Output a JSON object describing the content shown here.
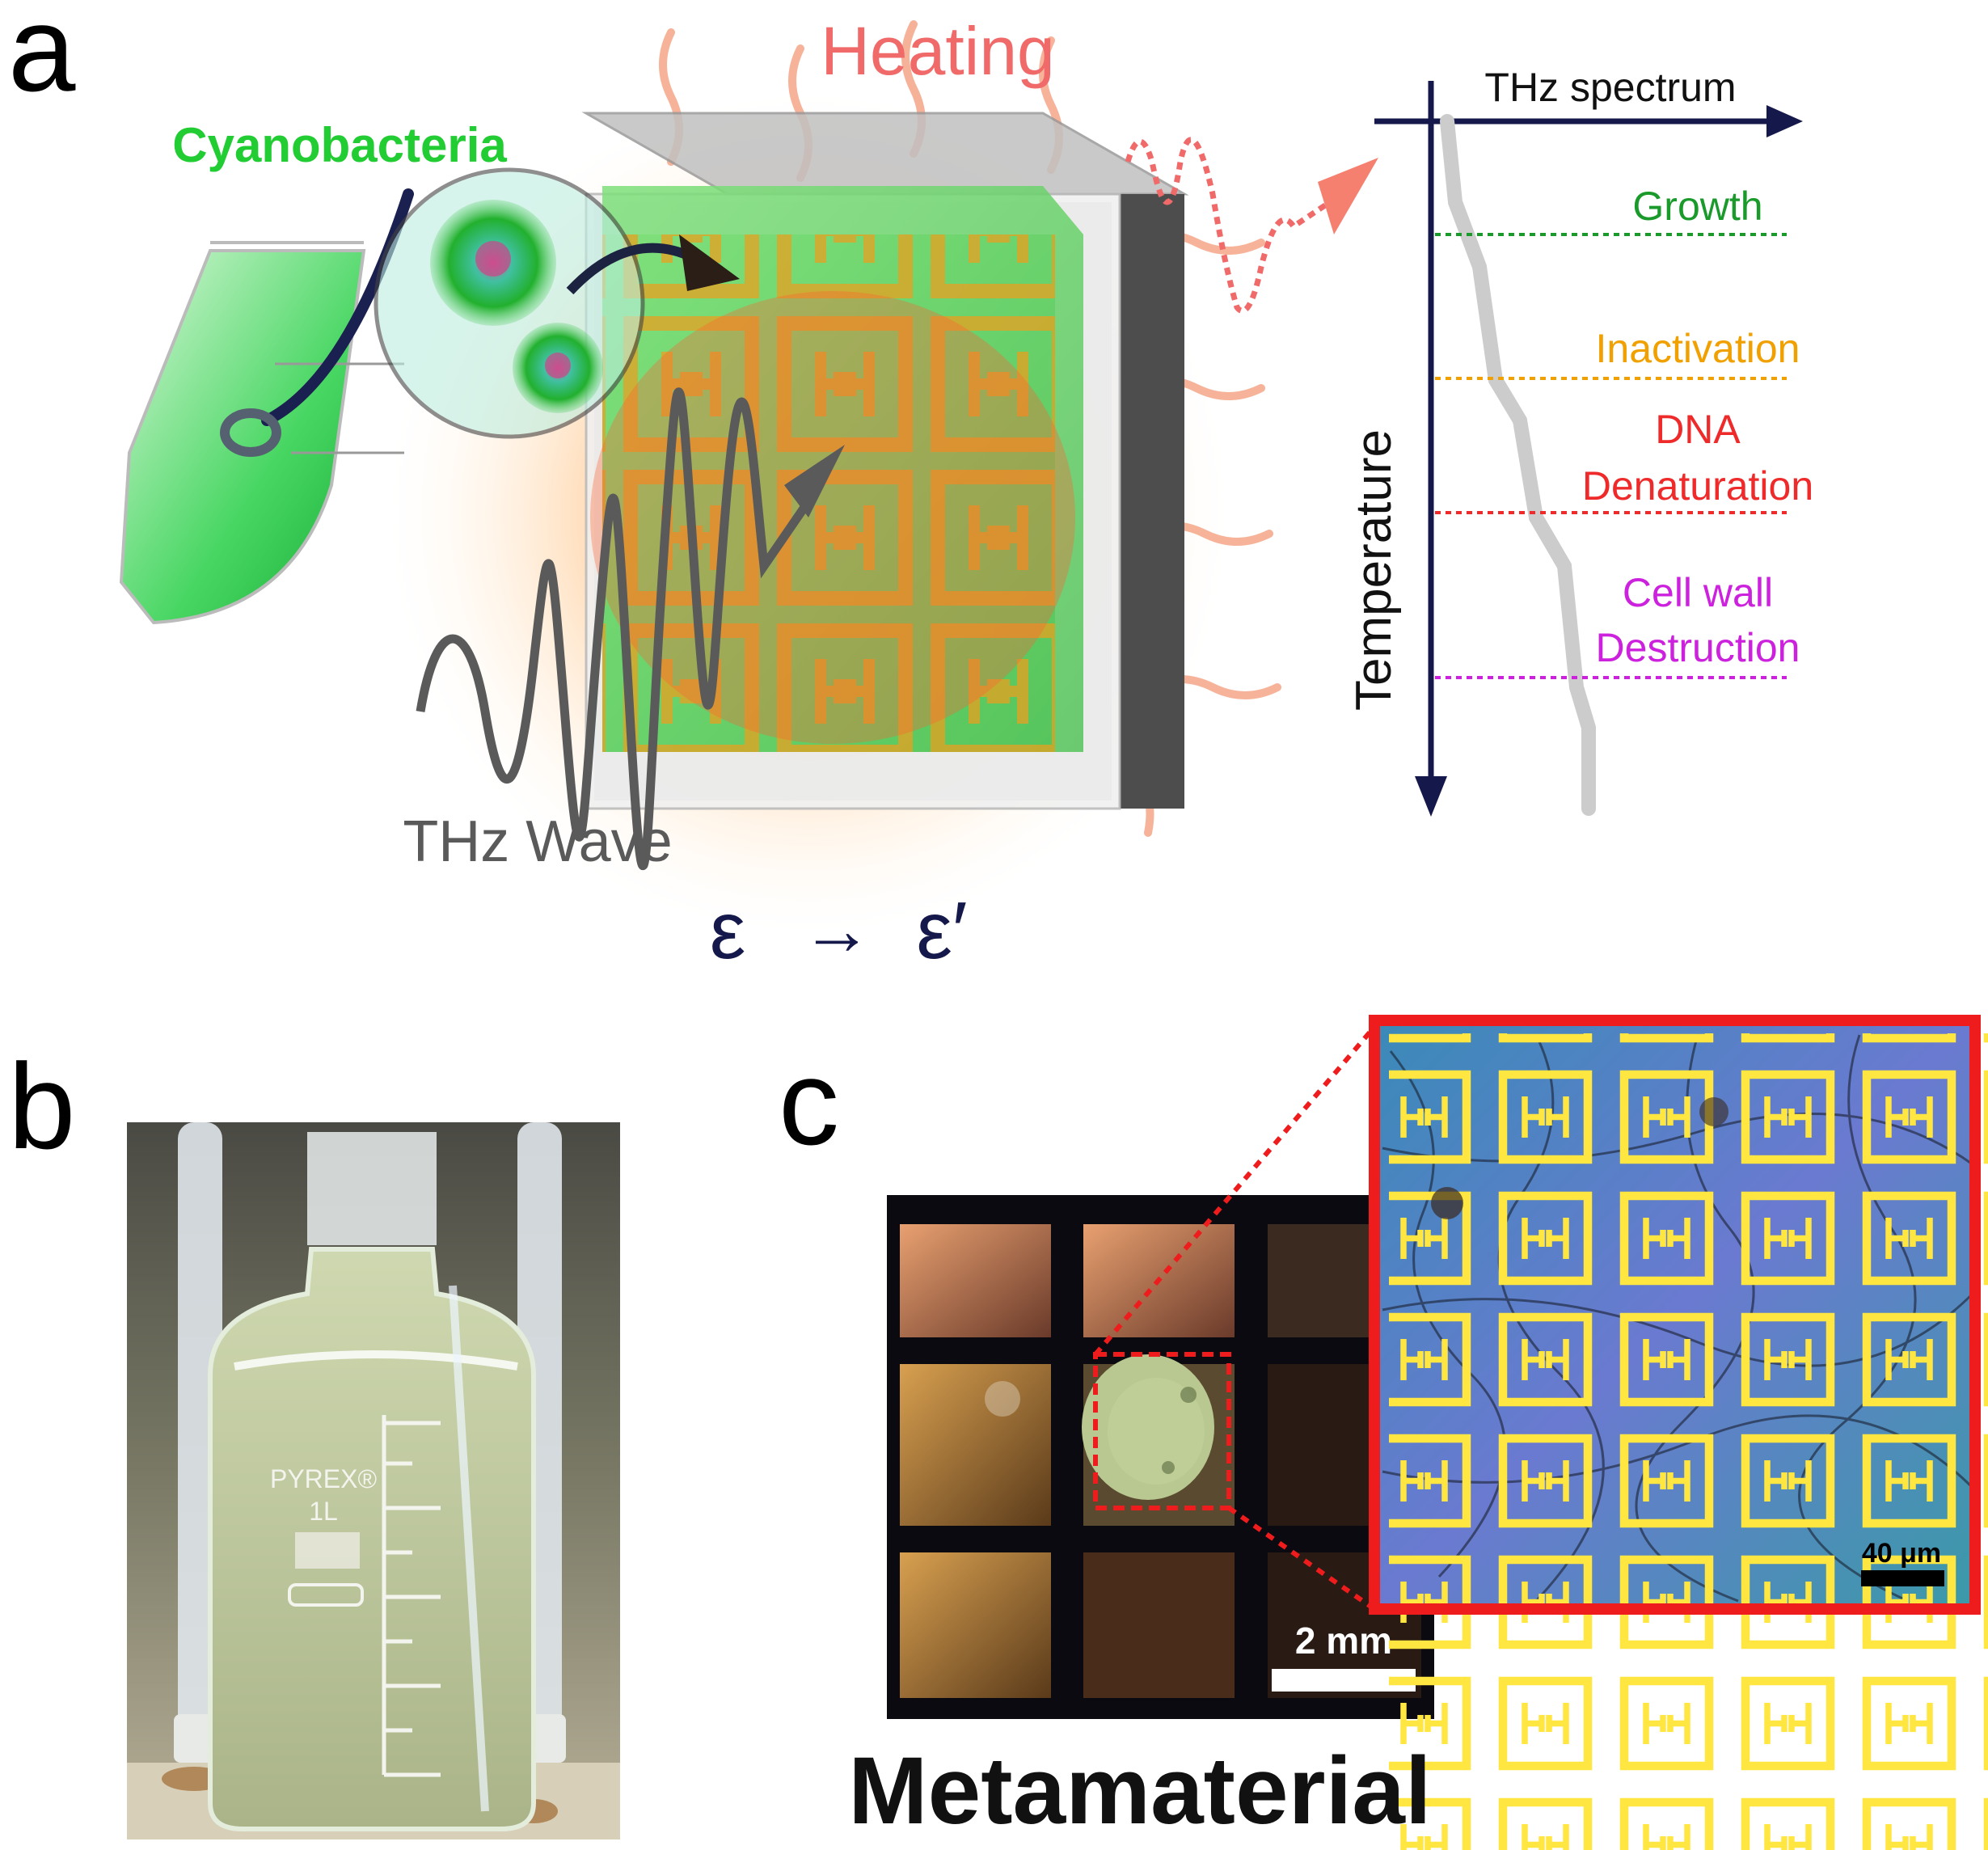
{
  "panels": {
    "a": {
      "letter": "a",
      "heating_label": "Heating",
      "cyanobacteria_label": "Cyanobacteria",
      "thz_wave_label": "THz Wave",
      "epsilon_from": "ε",
      "epsilon_arrow": "→",
      "epsilon_to": "ε′",
      "axis_x_label": "THz spectrum",
      "axis_y_label": "Temperature",
      "stages": [
        {
          "label_lines": [
            "Growth"
          ],
          "color": "#1a9a2a"
        },
        {
          "label_lines": [
            "Inactivation"
          ],
          "color": "#f0a000"
        },
        {
          "label_lines": [
            "DNA",
            "Denaturation"
          ],
          "color": "#ee2a2a"
        },
        {
          "label_lines": [
            "Cell wall",
            "Destruction"
          ],
          "color": "#cc22dd"
        }
      ],
      "colors": {
        "heating": "#f06a6a",
        "cyanobacteria": "#22cc33",
        "axis": "#15184a",
        "wave": "#5a5a5a"
      }
    },
    "b": {
      "letter": "b",
      "bottle_brand": "PYREX®",
      "bottle_volume": "1L"
    },
    "c": {
      "letter": "c",
      "scale_bar_main": "2 mm",
      "scale_bar_zoom": "40 μm",
      "caption": "Metamaterial",
      "colors": {
        "zoom_frame": "#ee1c1c"
      }
    }
  }
}
